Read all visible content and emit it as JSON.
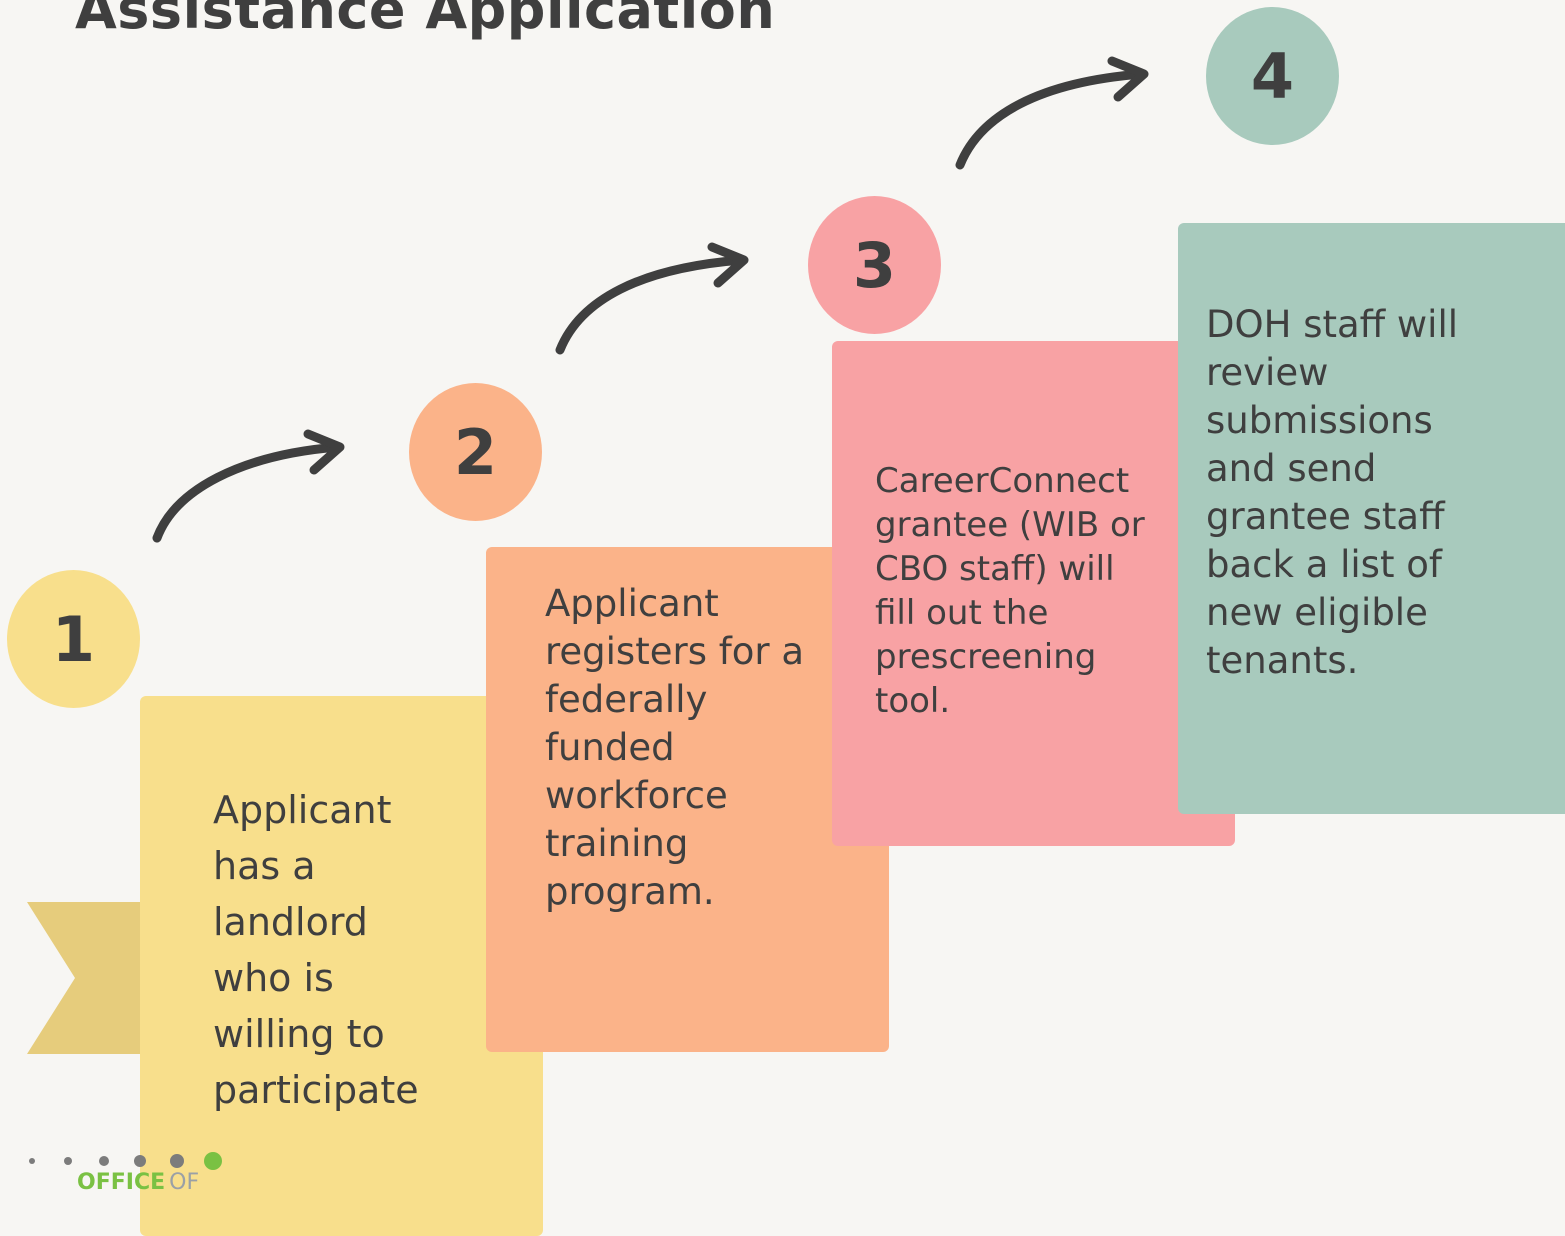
{
  "title": "Assistance Application",
  "steps": [
    {
      "number": "1",
      "text": "Applicant\nhas a\nlandlord\nwho is\nwilling to\nparticipate"
    },
    {
      "number": "2",
      "text": "Applicant\nregisters for a\nfederally\nfunded\nworkforce\ntraining\nprogram."
    },
    {
      "number": "3",
      "text": "CareerConnect\ngrantee (WIB or\nCBO staff) will\nfill out the\nprescreening\ntool."
    },
    {
      "number": "4",
      "text": "DOH staff will\nreview\nsubmissions\n and send\ngrantee staff\nback a list of\nnew eligible\ntenants."
    }
  ],
  "footer": {
    "logo_word1": "OFFICE",
    "logo_word2": "OF"
  },
  "colors": {
    "yellow": "#f8df8c",
    "orange": "#fbb389",
    "pink": "#f8a2a4",
    "teal": "#a8cabd",
    "ribbon": "#e6cc7c",
    "arrow": "#3f3f3f"
  }
}
